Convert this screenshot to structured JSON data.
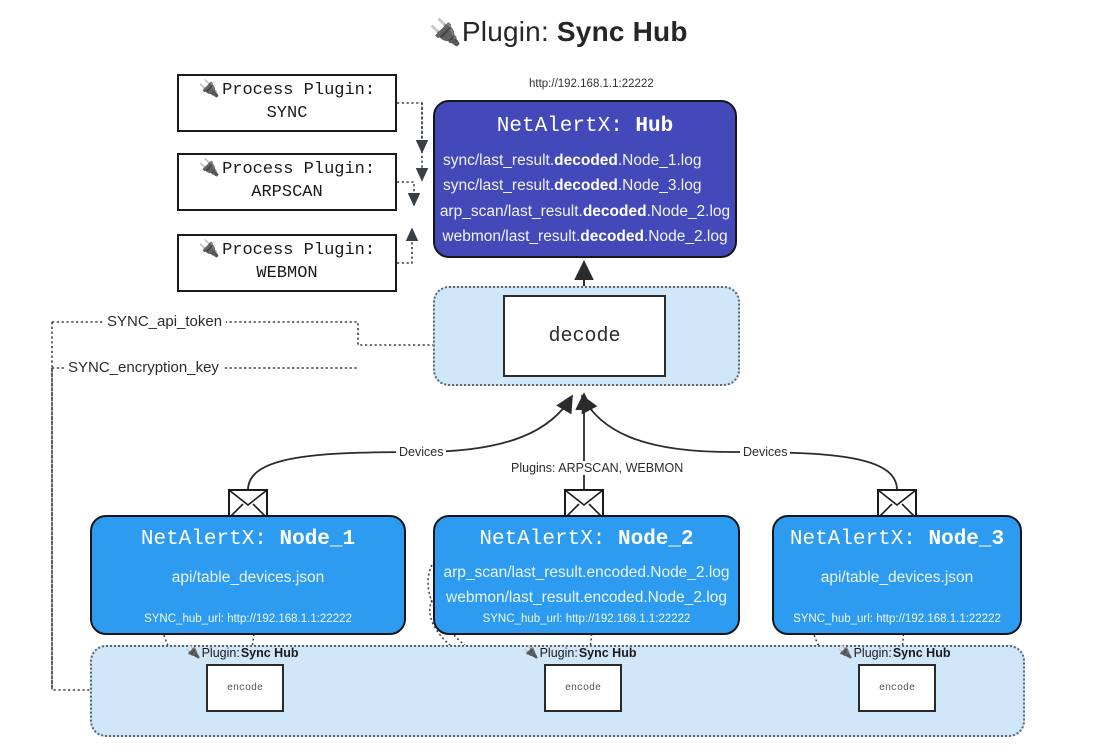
{
  "title": {
    "icon": "plug-icon",
    "prefix": "Plugin: ",
    "name": "Sync Hub"
  },
  "process_plugins": [
    {
      "icon": "plug-icon",
      "line1": "Process Plugin:",
      "line2": "SYNC"
    },
    {
      "icon": "plug-icon",
      "line1": "Process Plugin:",
      "line2": "ARPSCAN"
    },
    {
      "icon": "plug-icon",
      "line1": "Process Plugin:",
      "line2": "WEBMON"
    }
  ],
  "hub": {
    "url": "http://192.168.1.1:22222",
    "title_prefix": "NetAlertX: ",
    "title_name": "Hub",
    "logs": [
      {
        "pre": "sync/last_result.",
        "em": "decoded",
        "post": ".Node_1.log"
      },
      {
        "pre": "sync/last_result.",
        "em": "decoded",
        "post": ".Node_3.log"
      },
      {
        "pre": "arp_scan/last_result.",
        "em": "decoded",
        "post": ".Node_2.log"
      },
      {
        "pre": "webmon/last_result.",
        "em": "decoded",
        "post": ".Node_2.log"
      }
    ]
  },
  "decode": {
    "label": "decode"
  },
  "edge_labels": {
    "devices_left": "Devices",
    "devices_right": "Devices",
    "plugins_center": "Plugins: ARPSCAN, WEBMON",
    "api_token": "SYNC_api_token",
    "encryption_key": "SYNC_encryption_key"
  },
  "nodes": [
    {
      "title_prefix": "NetAlertX: ",
      "title_name": "Node_1",
      "lines": [
        "api/table_devices.json"
      ],
      "footer": "SYNC_hub_url: http://192.168.1.1:22222",
      "plugin_label_prefix": "Plugin: ",
      "plugin_label_name": "Sync Hub",
      "encode_label": "encode"
    },
    {
      "title_prefix": "NetAlertX: ",
      "title_name": "Node_2",
      "lines": [
        "arp_scan/last_result.encoded.Node_2.log",
        "webmon/last_result.encoded.Node_2.log"
      ],
      "footer": "SYNC_hub_url: http://192.168.1.1:22222",
      "plugin_label_prefix": "Plugin: ",
      "plugin_label_name": "Sync Hub",
      "encode_label": "encode"
    },
    {
      "title_prefix": "NetAlertX: ",
      "title_name": "Node_3",
      "lines": [
        "api/table_devices.json"
      ],
      "footer": "SYNC_hub_url: http://192.168.1.1:22222",
      "plugin_label_prefix": "Plugin: ",
      "plugin_label_name": "Sync Hub",
      "encode_label": "encode"
    }
  ],
  "colors": {
    "hub": "#4349b8",
    "node": "#2d9cf0",
    "panel": "#d0e6f9",
    "stroke": "#16161a"
  }
}
